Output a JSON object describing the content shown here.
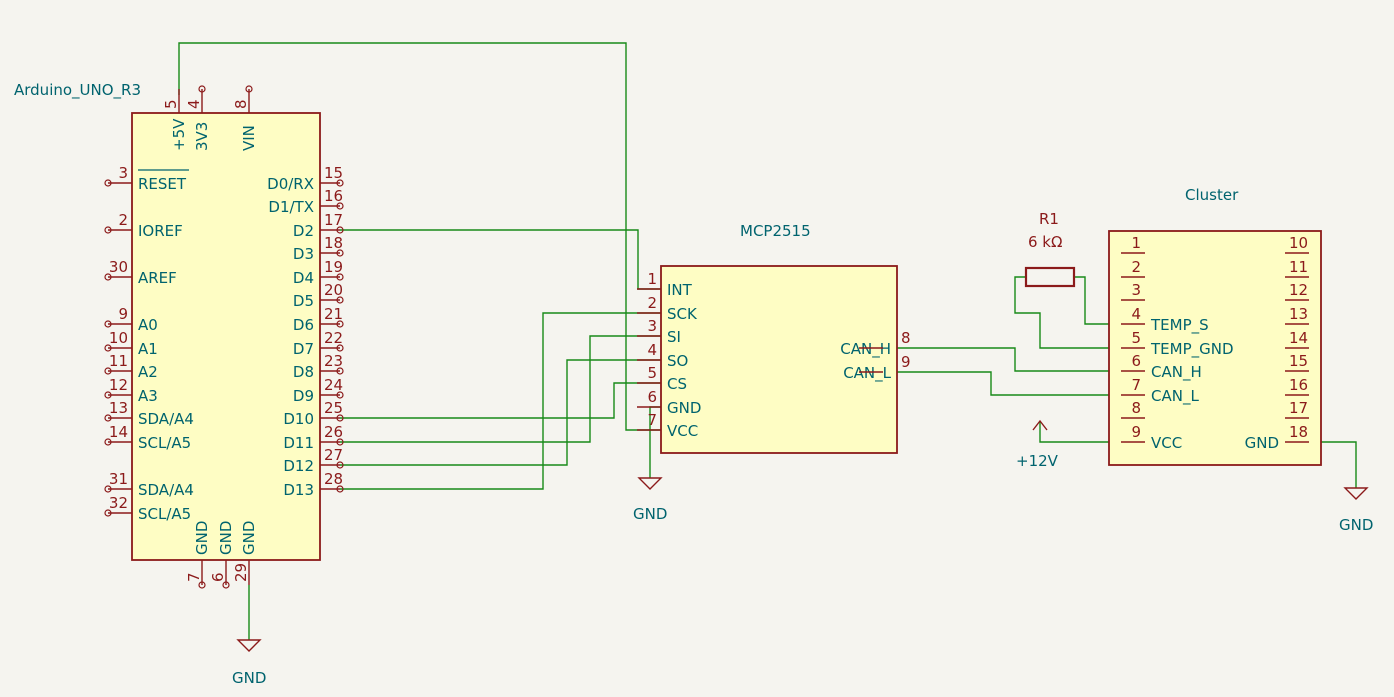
{
  "arduino": {
    "title": "Arduino_UNO_R3",
    "pins_top": [
      {
        "num": "5",
        "name": "+5V"
      },
      {
        "num": "4",
        "name": "3V3"
      },
      {
        "num": "8",
        "name": "VIN"
      }
    ],
    "pins_left": [
      {
        "num": "3",
        "name": "RESET"
      },
      {
        "num": "2",
        "name": "IOREF"
      },
      {
        "num": "30",
        "name": "AREF"
      },
      {
        "num": "9",
        "name": "A0"
      },
      {
        "num": "10",
        "name": "A1"
      },
      {
        "num": "11",
        "name": "A2"
      },
      {
        "num": "12",
        "name": "A3"
      },
      {
        "num": "13",
        "name": "SDA/A4"
      },
      {
        "num": "14",
        "name": "SCL/A5"
      },
      {
        "num": "31",
        "name": "SDA/A4"
      },
      {
        "num": "32",
        "name": "SCL/A5"
      }
    ],
    "pins_right": [
      {
        "num": "15",
        "name": "D0/RX"
      },
      {
        "num": "16",
        "name": "D1/TX"
      },
      {
        "num": "17",
        "name": "D2"
      },
      {
        "num": "18",
        "name": "D3"
      },
      {
        "num": "19",
        "name": "D4"
      },
      {
        "num": "20",
        "name": "D5"
      },
      {
        "num": "21",
        "name": "D6"
      },
      {
        "num": "22",
        "name": "D7"
      },
      {
        "num": "23",
        "name": "D8"
      },
      {
        "num": "24",
        "name": "D9"
      },
      {
        "num": "25",
        "name": "D10"
      },
      {
        "num": "26",
        "name": "D11"
      },
      {
        "num": "27",
        "name": "D12"
      },
      {
        "num": "28",
        "name": "D13"
      }
    ],
    "pins_bottom": [
      {
        "num": "7",
        "name": "GND"
      },
      {
        "num": "6",
        "name": "GND"
      },
      {
        "num": "29",
        "name": "GND"
      }
    ]
  },
  "mcp2515": {
    "title": "MCP2515",
    "pins_left": [
      {
        "num": "1",
        "name": "INT"
      },
      {
        "num": "2",
        "name": "SCK"
      },
      {
        "num": "3",
        "name": "SI"
      },
      {
        "num": "4",
        "name": "SO"
      },
      {
        "num": "5",
        "name": "CS"
      },
      {
        "num": "6",
        "name": "GND"
      },
      {
        "num": "7",
        "name": "VCC"
      }
    ],
    "pins_right": [
      {
        "num": "8",
        "name": "CAN_H"
      },
      {
        "num": "9",
        "name": "CAN_L"
      }
    ]
  },
  "cluster": {
    "title": "Cluster",
    "pins_left": [
      {
        "num": "1",
        "name": ""
      },
      {
        "num": "2",
        "name": ""
      },
      {
        "num": "3",
        "name": ""
      },
      {
        "num": "4",
        "name": "TEMP_S"
      },
      {
        "num": "5",
        "name": "TEMP_GND"
      },
      {
        "num": "6",
        "name": "CAN_H"
      },
      {
        "num": "7",
        "name": "CAN_L"
      },
      {
        "num": "8",
        "name": ""
      },
      {
        "num": "9",
        "name": "VCC"
      }
    ],
    "pins_right": [
      {
        "num": "10",
        "name": ""
      },
      {
        "num": "11",
        "name": ""
      },
      {
        "num": "12",
        "name": ""
      },
      {
        "num": "13",
        "name": ""
      },
      {
        "num": "14",
        "name": ""
      },
      {
        "num": "15",
        "name": ""
      },
      {
        "num": "16",
        "name": ""
      },
      {
        "num": "17",
        "name": ""
      },
      {
        "num": "18",
        "name": "GND"
      }
    ]
  },
  "resistor": {
    "ref": "R1",
    "value": "6 kΩ"
  },
  "power": {
    "gnd_label": "GND",
    "vcc_label": "+12V"
  }
}
